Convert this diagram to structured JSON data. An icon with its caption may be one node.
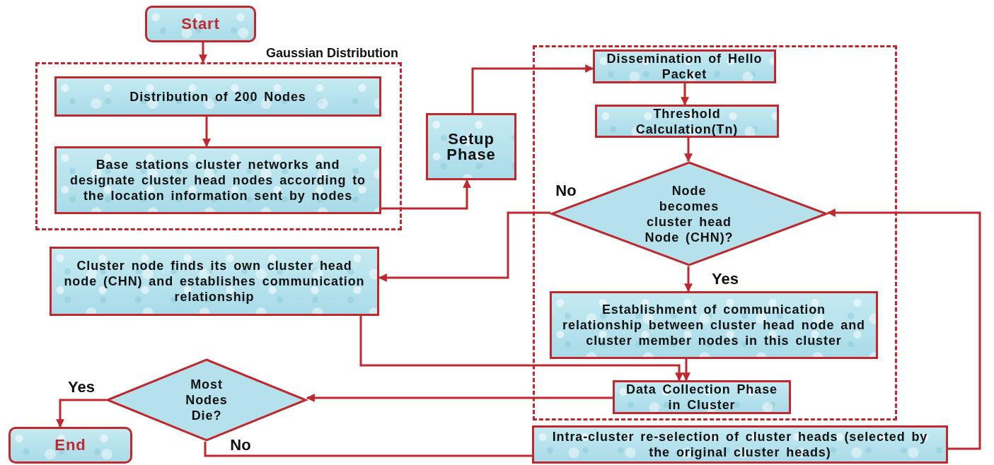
{
  "diagram": {
    "nodes": [
      {
        "text": [
          "Start"
        ]
      },
      {
        "text": [
          "Gaussian Distribution"
        ]
      },
      {
        "text": [
          "Distribution of 200 Nodes"
        ],
        "in": 1
      },
      {
        "text": [
          "Base stations cluster networks and designate cluster head nodes according to the location information sent by nodes"
        ],
        "in": 1
      },
      {
        "text": [
          "Setup Phase"
        ]
      },
      {
        "text": [],
        "shape": "box"
      },
      {
        "text": [
          "Dissemination of Hello Packet"
        ],
        "in": 5
      },
      {
        "text": [
          "Threshold Calculation(Tn)"
        ],
        "in": 5
      },
      {
        "text": [
          "Node becomes cluster head Node (CHN)?"
        ],
        "in": 5
      },
      {
        "text": [
          "Cluster node finds its own cluster head node (CHN) and establishes communication relationship"
        ]
      },
      {
        "text": [
          "Establishment of communication relationship between cluster head node and cluster member nodes in this cluster"
        ],
        "in": 5
      },
      {
        "text": [
          "Data Collection Phase in Cluster"
        ],
        "in": 5
      },
      {
        "text": [
          "Most Nodes Die?"
        ]
      },
      {
        "text": [
          "End"
        ]
      },
      {
        "text": [
          "Intra-cluster re-selection of cluster heads (selected by the original cluster heads)"
        ]
      }
    ],
    "edges": [
      {
        "from": 0,
        "to": 1,
        "arrow": "to"
      },
      {
        "from": 2,
        "to": 3,
        "arrow": "to"
      },
      {
        "from": 3,
        "to": 4,
        "arrow": "to"
      },
      {
        "from": 4,
        "to": 6,
        "arrow": "to"
      },
      {
        "from": 6,
        "to": 7,
        "arrow": "to"
      },
      {
        "from": 7,
        "to": 8,
        "arrow": "to"
      },
      {
        "from": 8,
        "to": 9,
        "arrow": "to",
        "label": "No"
      },
      {
        "from": 8,
        "to": 10,
        "arrow": "to",
        "label": "Yes"
      },
      {
        "from": 10,
        "to": 11,
        "arrow": "to"
      },
      {
        "from": 9,
        "to": 11,
        "arrow": "to"
      },
      {
        "from": 11,
        "to": 12,
        "arrow": "to"
      },
      {
        "from": 12,
        "to": 13,
        "arrow": "to",
        "label": "Yes"
      },
      {
        "from": 12,
        "to": 14,
        "arrow": "none",
        "label": "No"
      },
      {
        "from": 14,
        "to": 8,
        "arrow": "to"
      }
    ]
  }
}
